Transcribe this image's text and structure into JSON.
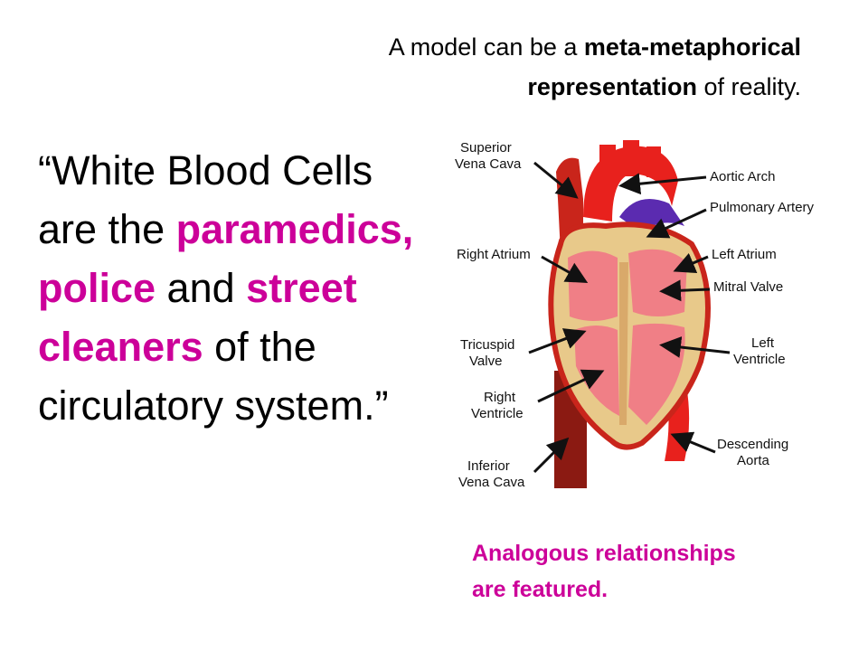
{
  "top_caption": {
    "line1_normal": "A model can be a ",
    "line1_bold": "meta-metaphorical",
    "line2_bold": "representation",
    "line2_normal": " of reality."
  },
  "quote": {
    "part1": "“White Blood Cells are the ",
    "hl1": "paramedics,",
    "hl2": "police",
    "part2": " and ",
    "hl3": "street cleaners",
    "part3": " of the circulatory system.”"
  },
  "diagram": {
    "labels": {
      "superior_vena_cava_1": "Superior",
      "superior_vena_cava_2": "Vena Cava",
      "aortic_arch": "Aortic Arch",
      "pulmonary_artery": "Pulmonary Artery",
      "right_atrium": "Right Atrium",
      "left_atrium": "Left Atrium",
      "mitral_valve": "Mitral Valve",
      "tricuspid_valve_1": "Tricuspid",
      "tricuspid_valve_2": "Valve",
      "left_ventricle_1": "Left",
      "left_ventricle_2": "Ventricle",
      "right_ventricle_1": "Right",
      "right_ventricle_2": "Ventricle",
      "descending_aorta_1": "Descending",
      "descending_aorta_2": "Aorta",
      "inferior_vena_cava_1": "Inferior",
      "inferior_vena_cava_2": "Vena Cava"
    }
  },
  "bottom_caption": {
    "line1": "Analogous relationships",
    "line2": "are featured."
  },
  "colors": {
    "highlight": "#cc0099",
    "heart_red": "#e8211d",
    "heart_dark": "#8b1a12",
    "chamber_pink": "#f07f86",
    "wall_tan": "#e8c98a"
  }
}
